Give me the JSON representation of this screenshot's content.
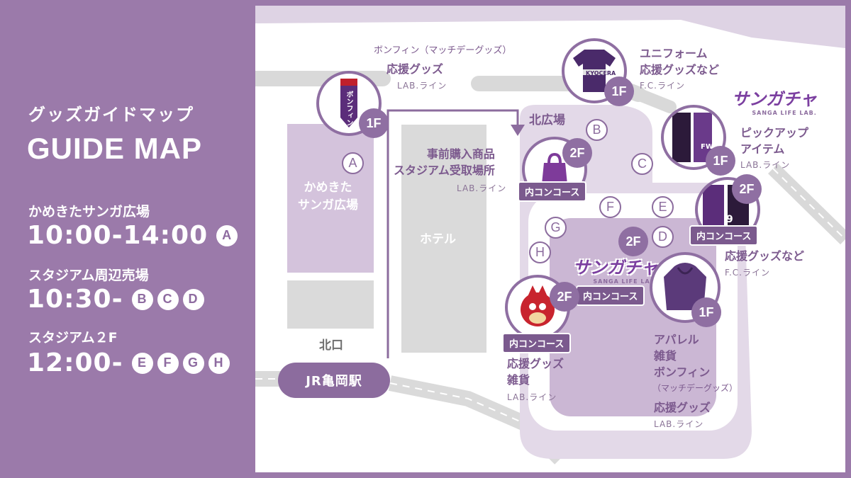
{
  "sidebar": {
    "title_jp": "グッズガイドマップ",
    "title_en": "GUIDE MAP",
    "schedule": [
      {
        "label": "かめきたサンガ広場",
        "time": "10:00-14:00",
        "spots": [
          "A"
        ]
      },
      {
        "label": "スタジアム周辺売場",
        "time": "10:30-",
        "spots": [
          "B",
          "C",
          "D"
        ]
      },
      {
        "label": "スタジアム２F",
        "time": "12:00-",
        "spots": [
          "E",
          "F",
          "G",
          "H"
        ]
      }
    ]
  },
  "map": {
    "areas": {
      "kamekita": "かめきた\nサンガ広場",
      "hotel": "ホテル",
      "north_plaza": "北広場",
      "north_exit": "北口",
      "station": "JR亀岡駅"
    },
    "pins": [
      "A",
      "B",
      "C",
      "D",
      "E",
      "F",
      "G",
      "H"
    ],
    "shops": {
      "bonfin_top": {
        "title_sub": "ボンフィン（マッチデーグッズ）",
        "title": "応援グッズ",
        "sub": "LAB.ライン"
      },
      "uniform": {
        "title": "ユニフォーム\n応援グッズなど",
        "sub": "F.C.ライン"
      },
      "pickup": {
        "title": "ピックアップ\nアイテム",
        "sub": "LAB.ライン"
      },
      "preorder": {
        "title": "事前購入商品\nスタジアム受取場所",
        "sub": "LAB.ライン"
      },
      "fc_2f": {
        "title": "応援グッズなど",
        "sub": "F.C.ライン"
      },
      "h_shop": {
        "title": "応援グッズ\n雑貨",
        "sub": "LAB.ライン"
      },
      "apparel": {
        "title": "アパレル\n雑貨\nボンフィン",
        "title_sub": "（マッチデーグッズ）",
        "title2": "応援グッズ",
        "sub": "LAB.ライン"
      }
    },
    "floors": {
      "a": "1F",
      "uniform": "1F",
      "pickup": "1F",
      "preorder": "2F",
      "fc2f": "2F",
      "gacha": "2F",
      "h": "2F",
      "apparel": "1F"
    },
    "tags": {
      "concourse": "内コンコース"
    },
    "logo": {
      "text": "サンガチャ",
      "sub": "SANGA LIFE LAB."
    },
    "product_text": {
      "bonfin_flag": "ボンフィン",
      "jersey_brand": "KYOCERA",
      "fw_tag": "FW",
      "number": "9"
    }
  },
  "colors": {
    "purple": "#9b7aaa",
    "dark_purple": "#7b5a8e",
    "light": "#d8cadf",
    "bg": "#ffffff"
  }
}
